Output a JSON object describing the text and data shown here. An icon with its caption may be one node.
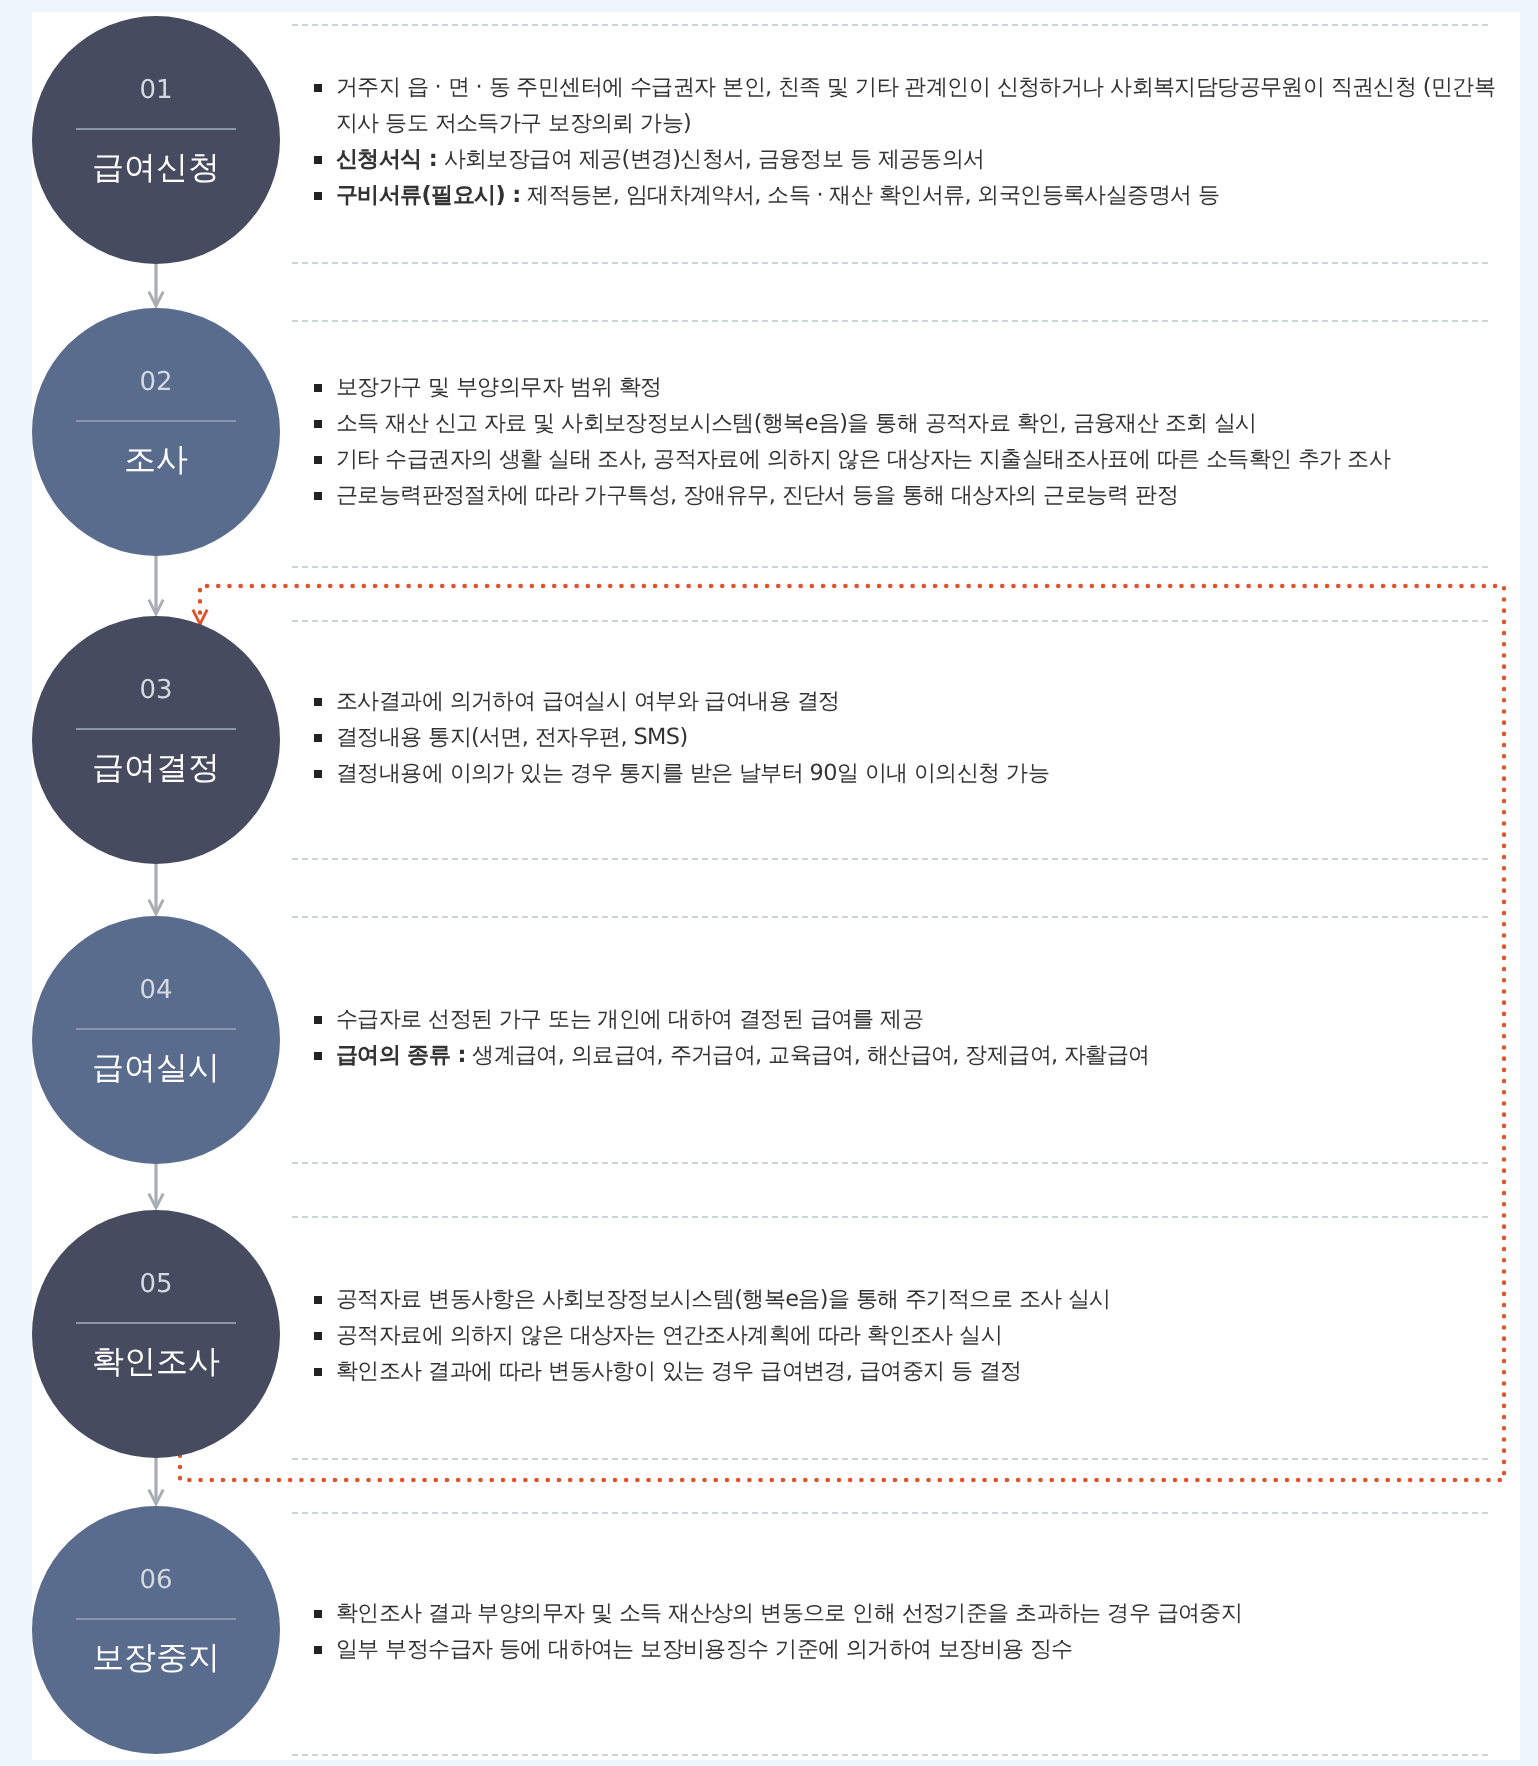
{
  "diagram": {
    "nodes": [
      {
        "text": [
          "01",
          "급여신청"
        ],
        "beside": [
          "거주지 읍 · 면 · 동 주민센터에 수급권자 본인, 친족 및 기타 관계인이 신청하거나 사회복지담당공무원이 직권신청 (민간복지사 등도 저소득가구 보장의뢰 가능)",
          "**신청서식 :** 사회보장급여 제공(변경)신청서, 금융정보 등 제공동의서",
          "**구비서류(필요시) :** 제적등본, 임대차계약서, 소득 · 재산 확인서류, 외국인등록사실증명서 등"
        ]
      },
      {
        "text": [
          "02",
          "조사"
        ],
        "beside": [
          "보장가구 및 부양의무자 범위 확정",
          "소득 재산 신고 자료 및 사회보장정보시스템(행복e음)을 통해 공적자료 확인, 금융재산 조회 실시",
          "기타 수급권자의 생활 실태 조사, 공적자료에 의하지 않은 대상자는 지출실태조사표에 따른 소득확인 추가 조사",
          "근로능력판정절차에 따라 가구특성, 장애유무, 진단서 등을 통해 대상자의 근로능력 판정"
        ]
      },
      {
        "text": [
          "03",
          "급여결정"
        ],
        "beside": [
          "조사결과에 의거하여 급여실시 여부와 급여내용 결정",
          "결정내용 통지(서면, 전자우편, SMS)",
          "결정내용에 이의가 있는 경우 통지를 받은 날부터 90일 이내 이의신청 가능"
        ]
      },
      {
        "text": [
          "04",
          "급여실시"
        ],
        "beside": [
          "수급자로 선정된 가구 또는 개인에 대하여 결정된 급여를 제공",
          "**급여의 종류 :** 생계급여, 의료급여, 주거급여, 교육급여, 해산급여, 장제급여, 자활급여"
        ]
      },
      {
        "text": [
          "05",
          "확인조사"
        ],
        "beside": [
          "공적자료 변동사항은 사회보장정보시스템(행복e음)을 통해 주기적으로 조사 실시",
          "공적자료에 의하지 않은 대상자는 연간조사계획에 따라 확인조사 실시",
          "확인조사 결과에 따라 변동사항이 있는 경우 급여변경, 급여중지 등 결정"
        ]
      },
      {
        "text": [
          "06",
          "보장중지"
        ],
        "beside": [
          "확인조사 결과 부양의무자 및 소득 재산상의 변동으로 인해 선정기준을 초과하는 경우 급여중지",
          "일부 부정수급자 등에 대하여는 보장비용징수 기준에 의거하여 보장비용 징수"
        ]
      }
    ],
    "edges": [
      {
        "from": 0,
        "to": 1,
        "arrow": "to"
      },
      {
        "from": 1,
        "to": 2,
        "arrow": "to"
      },
      {
        "from": 2,
        "to": 3,
        "arrow": "to"
      },
      {
        "from": 3,
        "to": 4,
        "arrow": "to"
      },
      {
        "from": 4,
        "to": 5,
        "arrow": "to"
      },
      {
        "from": 4,
        "to": 2,
        "arrow": "to",
        "style": "dashed",
        "color": "#e0522a"
      }
    ]
  }
}
